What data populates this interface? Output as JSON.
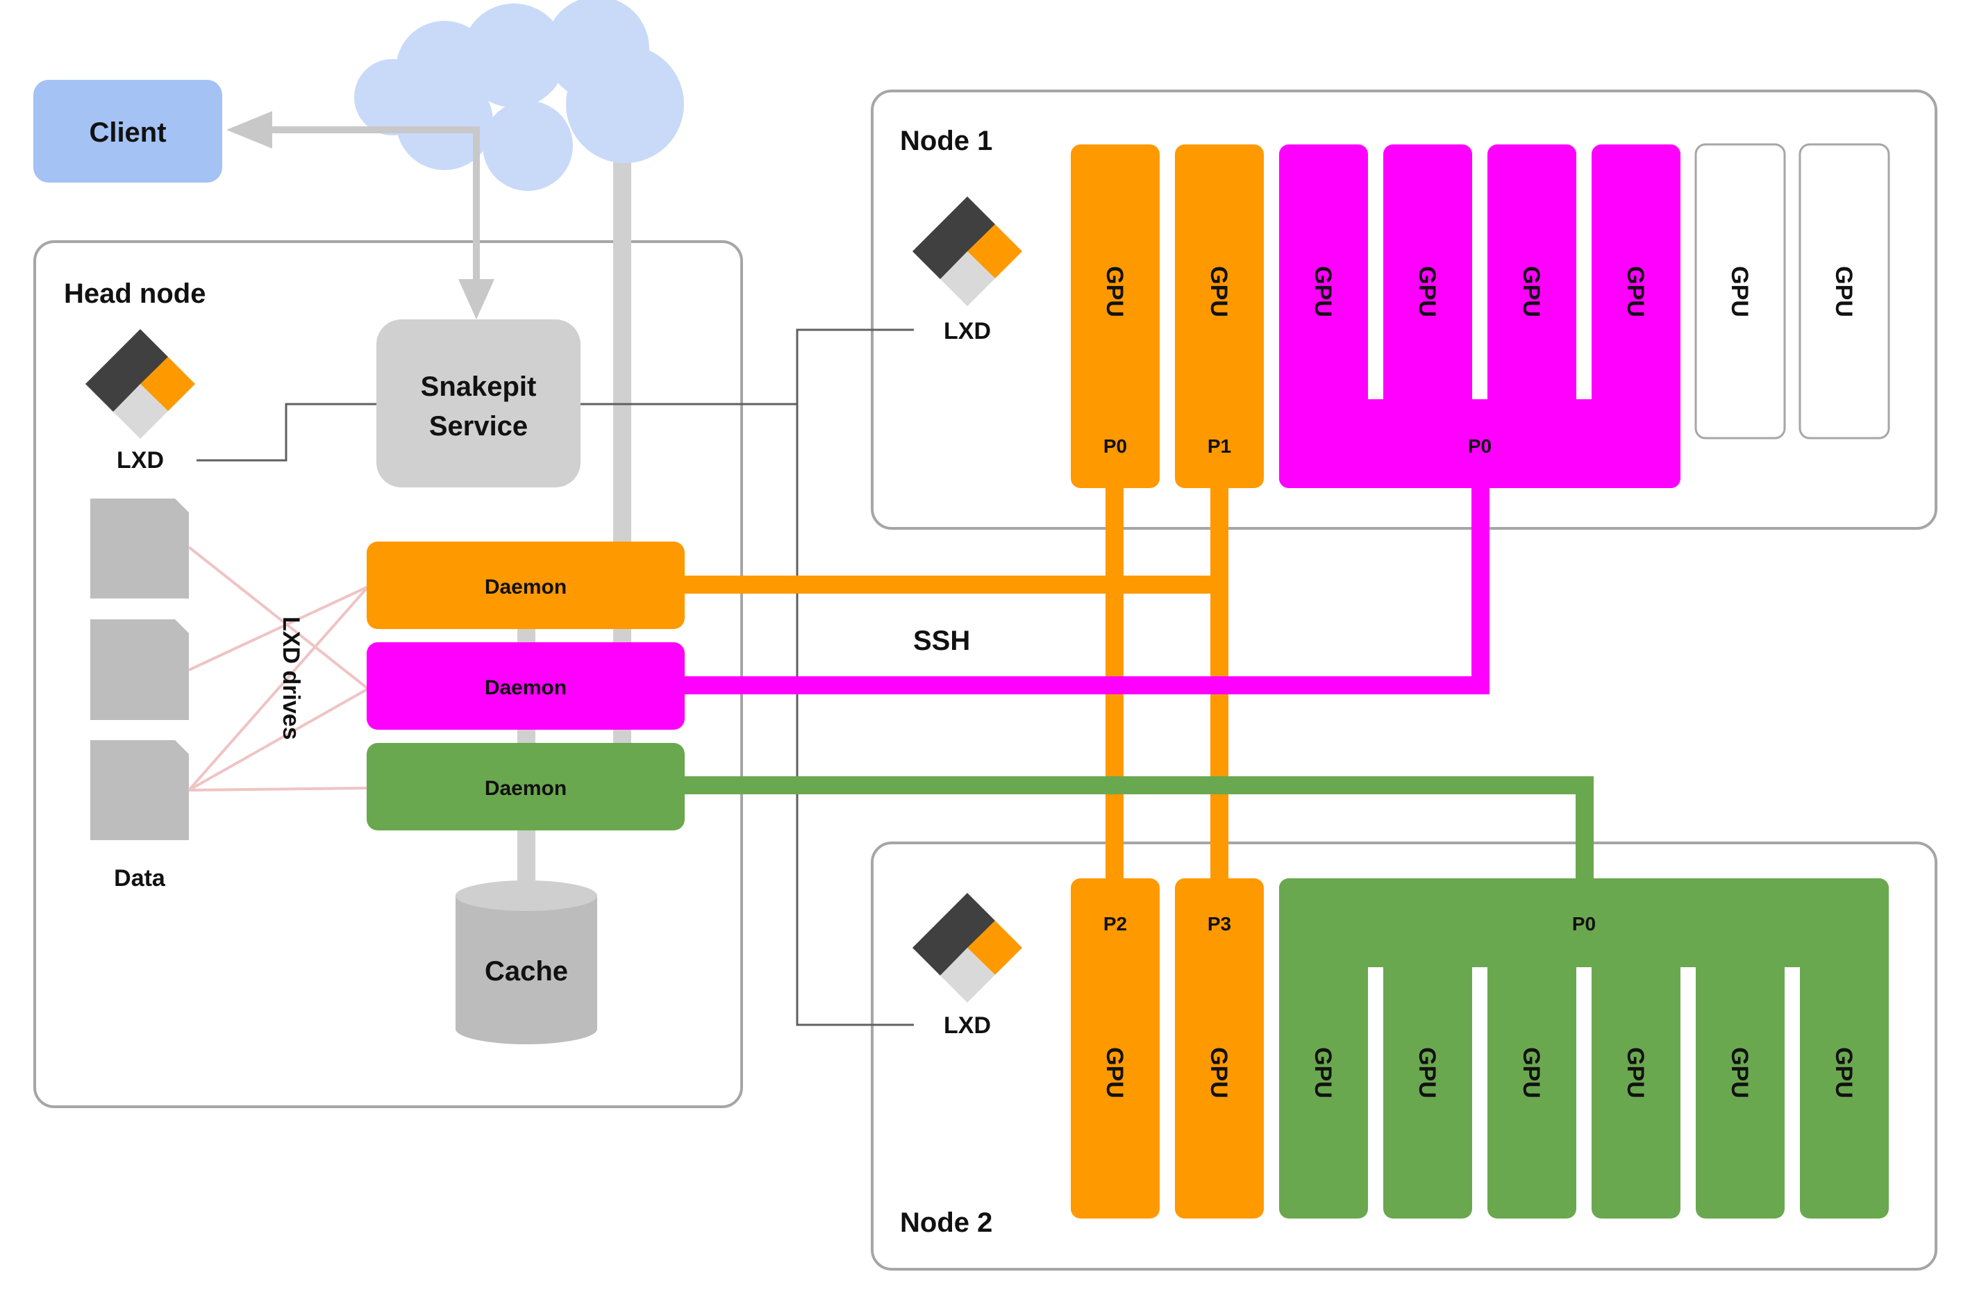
{
  "colors": {
    "orange": "#ff9900",
    "magenta": "#ff00ff",
    "green": "#6aa84f",
    "client_fill": "#a4c2f4",
    "cloud_fill": "#c9daf8",
    "service_fill": "#d0d0d0",
    "box_border": "#a6a6a6",
    "data_file": "#bdbdbd",
    "cache_fill": "#bcbcbc",
    "lxd_dark": "#404040",
    "lxd_light": "#d9d9d9"
  },
  "client": {
    "label": "Client"
  },
  "head_node": {
    "title": "Head node",
    "lxd_label": "LXD",
    "service_label_line1": "Snakepit",
    "service_label_line2": "Service",
    "daemons": [
      "Daemon",
      "Daemon",
      "Daemon"
    ],
    "lxd_drives_label": "LXD drives",
    "data_label": "Data",
    "cache_label": "Cache"
  },
  "ssh_label": "SSH",
  "node1": {
    "title": "Node 1",
    "lxd_label": "LXD",
    "gpu_label": "GPU",
    "gpus": [
      {
        "label": "GPU",
        "status": "orange",
        "partition": "P0"
      },
      {
        "label": "GPU",
        "status": "orange",
        "partition": "P1"
      },
      {
        "label": "GPU",
        "status": "magenta",
        "partition": "P0"
      },
      {
        "label": "GPU",
        "status": "magenta",
        "partition": "P0"
      },
      {
        "label": "GPU",
        "status": "magenta",
        "partition": "P0"
      },
      {
        "label": "GPU",
        "status": "magenta",
        "partition": "P0"
      },
      {
        "label": "GPU",
        "status": "free",
        "partition": ""
      },
      {
        "label": "GPU",
        "status": "free",
        "partition": ""
      }
    ],
    "partition_labels": {
      "p_orange_1": "P0",
      "p_orange_2": "P1",
      "p_magenta": "P0"
    }
  },
  "node2": {
    "title": "Node 2",
    "lxd_label": "LXD",
    "gpus": [
      {
        "label": "GPU",
        "status": "orange",
        "partition": "P2"
      },
      {
        "label": "GPU",
        "status": "orange",
        "partition": "P3"
      },
      {
        "label": "GPU",
        "status": "green",
        "partition": "P0"
      },
      {
        "label": "GPU",
        "status": "green",
        "partition": "P0"
      },
      {
        "label": "GPU",
        "status": "green",
        "partition": "P0"
      },
      {
        "label": "GPU",
        "status": "green",
        "partition": "P0"
      },
      {
        "label": "GPU",
        "status": "green",
        "partition": "P0"
      },
      {
        "label": "GPU",
        "status": "green",
        "partition": "P0"
      }
    ],
    "partition_labels": {
      "p_orange_1": "P2",
      "p_orange_2": "P3",
      "p_green": "P0"
    }
  }
}
